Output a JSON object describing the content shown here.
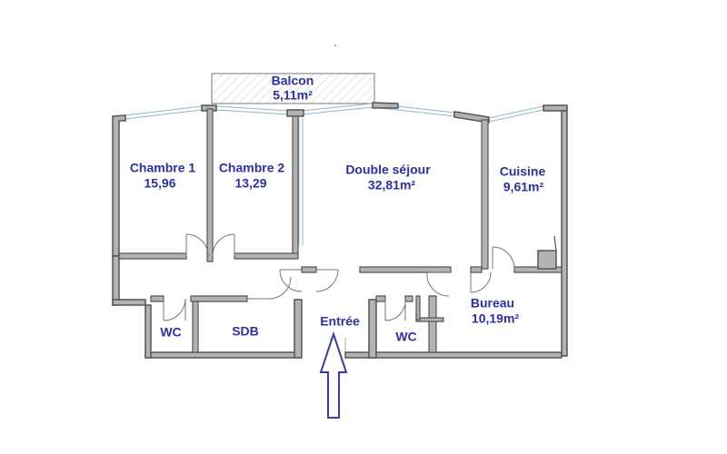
{
  "colors": {
    "label": "#2b2fa8",
    "wall": "#b3b3b3",
    "wall_edge": "#555555",
    "window": "#8fb6c8",
    "arrow": "#3a3aa8"
  },
  "rooms": {
    "balcon": {
      "name": "Balcon",
      "area": "5,11m²"
    },
    "chambre1": {
      "name": "Chambre 1",
      "area": "15,96"
    },
    "chambre2": {
      "name": "Chambre 2",
      "area": "13,29"
    },
    "sejour": {
      "name": "Double séjour",
      "area": "32,81m²"
    },
    "cuisine": {
      "name": "Cuisine",
      "area": "9,61m²"
    },
    "wc1": {
      "name": "WC"
    },
    "sdb": {
      "name": "SDB"
    },
    "entree": {
      "name": "Entrée"
    },
    "wc2": {
      "name": "WC"
    },
    "bureau": {
      "name": "Bureau",
      "area": "10,19m²"
    }
  },
  "icons": {
    "entrance": "entrance-arrow-icon"
  }
}
